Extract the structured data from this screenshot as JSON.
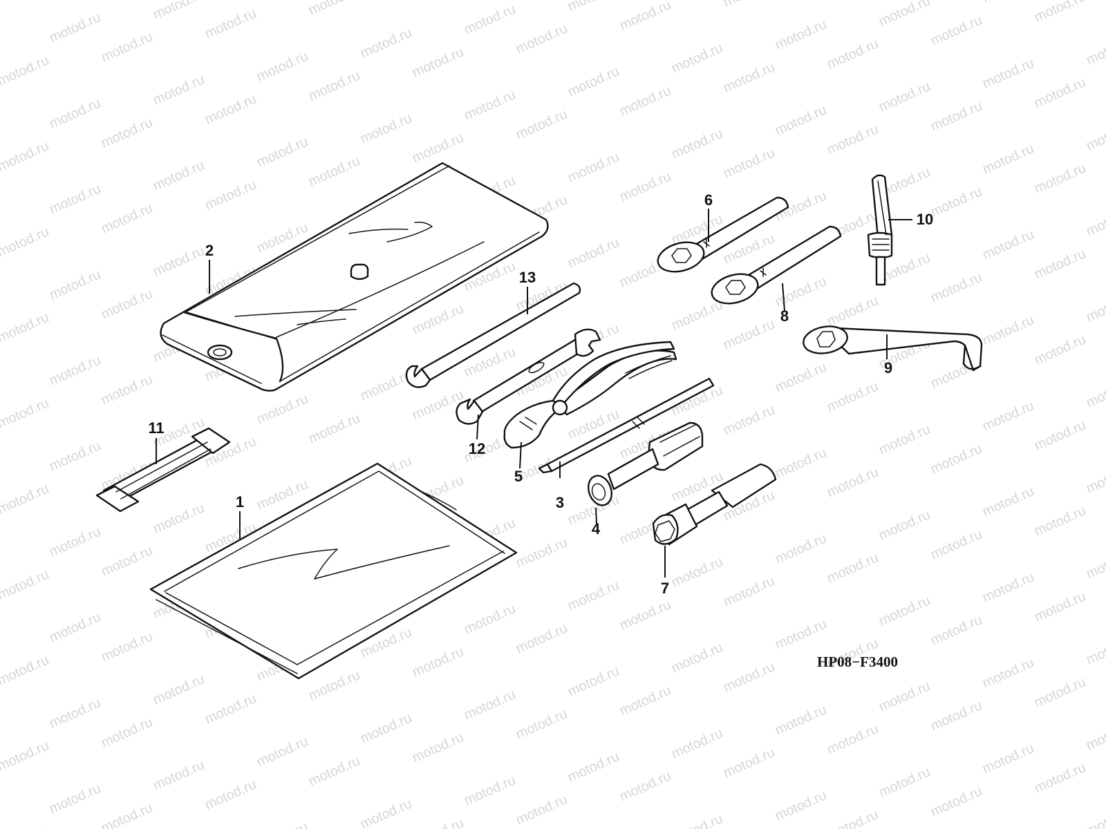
{
  "watermark": {
    "text": "motod.ru",
    "color": "#d6d6d6"
  },
  "drawing_code": "HP08−F3400",
  "callouts": {
    "c1": "1",
    "c2": "2",
    "c3": "3",
    "c4": "4",
    "c5": "5",
    "c6": "6",
    "c7": "7",
    "c8": "8",
    "c9": "9",
    "c10": "10",
    "c11": "11",
    "c12": "12",
    "c13": "13"
  }
}
